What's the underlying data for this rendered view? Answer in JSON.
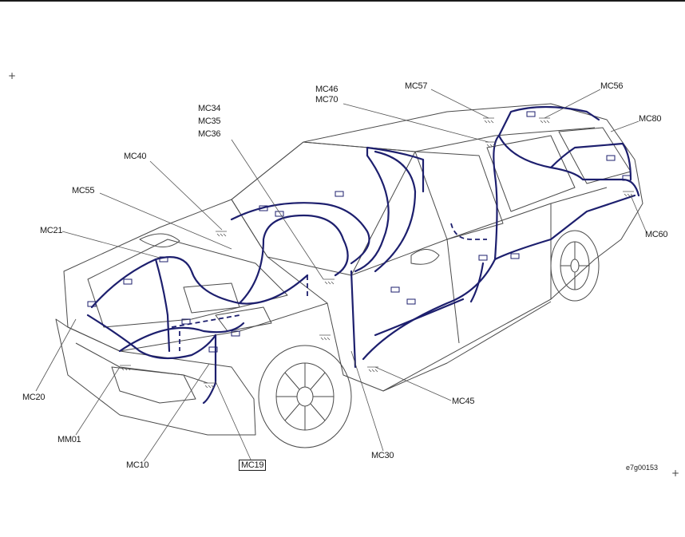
{
  "labels": {
    "mc46": "MC46",
    "mc70": "MC70",
    "mc57": "MC57",
    "mc56": "MC56",
    "mc34": "MC34",
    "mc35": "MC35",
    "mc36": "MC36",
    "mc80": "MC80",
    "mc40": "MC40",
    "mc55": "MC55",
    "mc21": "MC21",
    "mc60": "MC60",
    "mc20": "MC20",
    "mm01": "MM01",
    "mc10": "MC10",
    "mc19": "MC19",
    "mc30": "MC30",
    "mc45": "MC45"
  },
  "ref_code": "e7g00153",
  "colors": {
    "harness": "#1d1f6e",
    "outline": "#4a4a4a",
    "leader": "#555555"
  }
}
